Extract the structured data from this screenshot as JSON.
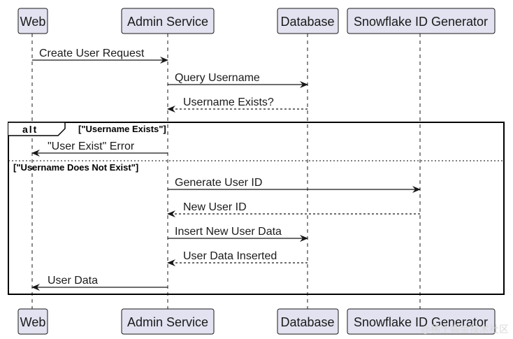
{
  "diagram": {
    "participants": [
      {
        "id": "web",
        "label": "Web"
      },
      {
        "id": "admin",
        "label": "Admin Service"
      },
      {
        "id": "db",
        "label": "Database"
      },
      {
        "id": "snow",
        "label": "Snowflake ID Generator"
      }
    ],
    "messages": [
      {
        "label": "Create User Request",
        "from": "web",
        "to": "admin",
        "style": "solid"
      },
      {
        "label": "Query Username",
        "from": "admin",
        "to": "db",
        "style": "solid"
      },
      {
        "label": "Username Exists?",
        "from": "db",
        "to": "admin",
        "style": "dashed"
      },
      {
        "label": "\"User Exist\" Error",
        "from": "admin",
        "to": "web",
        "style": "solid"
      },
      {
        "label": "Generate User ID",
        "from": "admin",
        "to": "snow",
        "style": "solid"
      },
      {
        "label": "New User ID",
        "from": "snow",
        "to": "admin",
        "style": "dashed"
      },
      {
        "label": "Insert New User Data",
        "from": "admin",
        "to": "db",
        "style": "solid"
      },
      {
        "label": "User Data Inserted",
        "from": "db",
        "to": "admin",
        "style": "dashed"
      },
      {
        "label": "User Data",
        "from": "admin",
        "to": "web",
        "style": "solid"
      }
    ],
    "alt_fragment": {
      "keyword": "alt",
      "guard_1": "[\"Username Exists\"]",
      "guard_2": "[\"Username Does Not Exist\"]"
    },
    "watermark": "@稀土掘金技术社区",
    "colors": {
      "participant_fill": "#e2e2f0",
      "participant_border": "#181818",
      "line": "#181818"
    }
  }
}
